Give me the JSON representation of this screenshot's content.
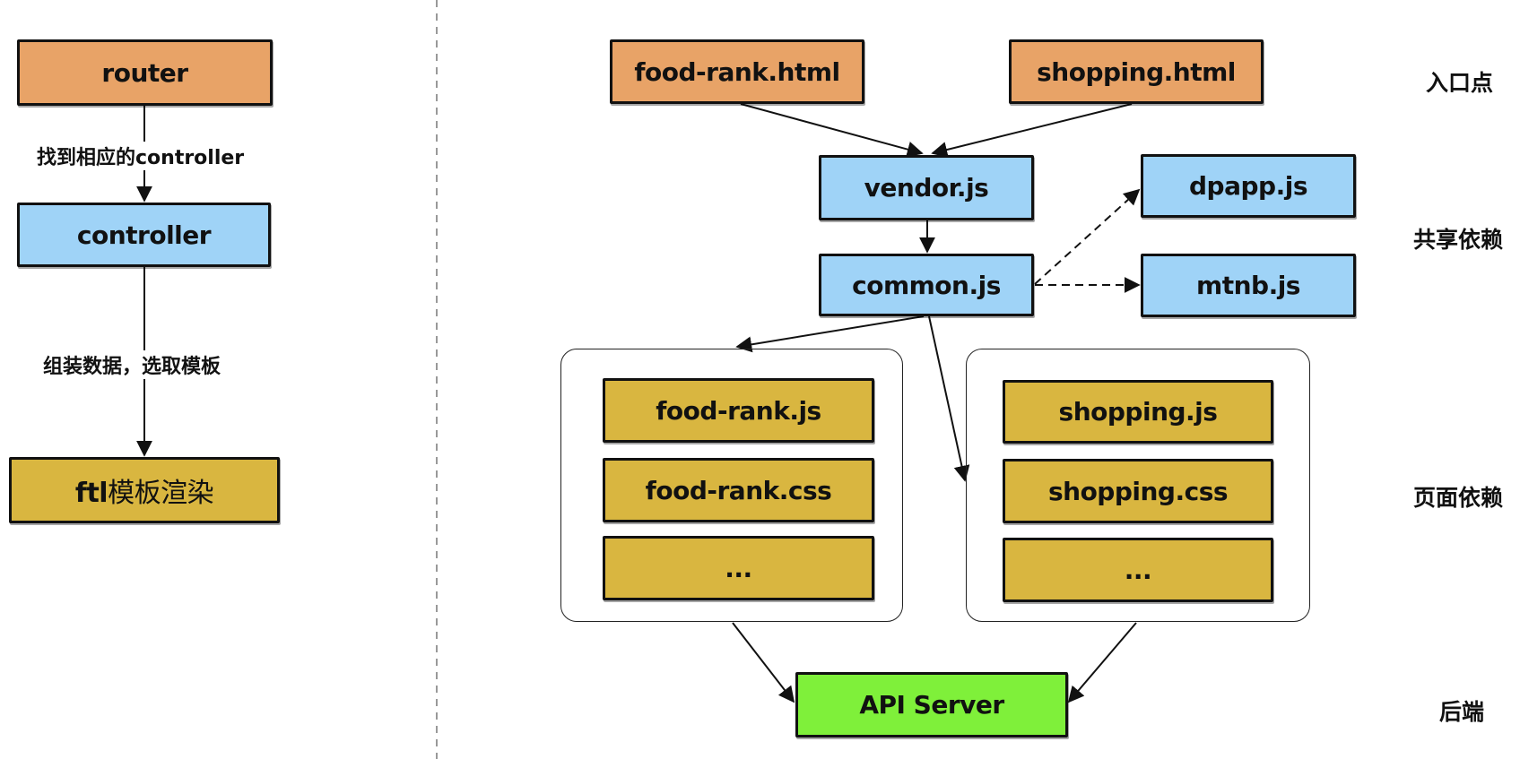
{
  "left_flow": {
    "router": "router",
    "controller": "controller",
    "ftl_prefix": "ftl",
    "ftl_suffix": "模板渲染",
    "edge_find_controller": "找到相应的controller",
    "edge_assemble": "组装数据，选取模板"
  },
  "entry": {
    "food_rank_html": "food-rank.html",
    "shopping_html": "shopping.html"
  },
  "shared": {
    "vendor": "vendor.js",
    "common": "common.js",
    "dpapp": "dpapp.js",
    "mtnb": "mtnb.js"
  },
  "pages": {
    "food_rank": {
      "js": "food-rank.js",
      "css": "food-rank.css",
      "more": "..."
    },
    "shopping": {
      "js": "shopping.js",
      "css": "shopping.css",
      "more": "..."
    }
  },
  "backend": {
    "api_server": "API Server"
  },
  "tiers": {
    "entry": "入口点",
    "shared": "共享依赖",
    "page": "页面依赖",
    "backend": "后端"
  },
  "colors": {
    "entry": "#E8A367",
    "shared": "#9FD3F7",
    "page": "#D9B640",
    "backend": "#7FF03A"
  }
}
